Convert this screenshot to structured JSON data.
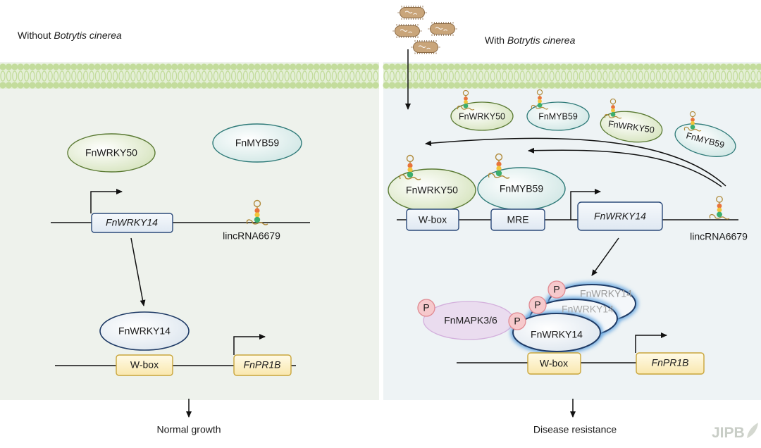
{
  "left_panel": {
    "title_prefix": "Without ",
    "title_italic": "Botrytis cinerea",
    "protein_wrky50": "FnWRKY50",
    "protein_myb59": "FnMYB59",
    "gene_wrky14": "FnWRKY14",
    "lincrna": "lincRNA6679",
    "protein_wrky14": "FnWRKY14",
    "wbox": "W-box",
    "gene_pr1b": "FnPR1B",
    "outcome": "Normal growth"
  },
  "right_panel": {
    "title_prefix": "With ",
    "title_italic": "Botrytis cinerea",
    "small_proteins": [
      "FnWRKY50",
      "FnMYB59",
      "FnWRKY50",
      "FnMYB59"
    ],
    "protein_wrky50": "FnWRKY50",
    "protein_myb59": "FnMYB59",
    "wbox": "W-box",
    "mre": "MRE",
    "gene_wrky14": "FnWRKY14",
    "lincrna": "lincRNA6679",
    "kinase": "FnMAPK3/6",
    "phospho": "P",
    "protein_wrky14": "FnWRKY14",
    "protein_wrky14_back": "FnWRKY14",
    "wbox2": "W-box",
    "gene_pr1b": "FnPR1B",
    "outcome": "Disease resistance"
  },
  "logo": "JIPB",
  "colors": {
    "left_bg": "#eef2ec",
    "right_bg": "#eef3f5",
    "membrane": "#c3dc9c",
    "wrky50_stroke": "#5a7a33",
    "myb59_stroke": "#2e7a78",
    "wrky14_stroke": "#1f3b66",
    "gene_box_fill": "#e9eff6",
    "wbox_fill": "#fbefc4",
    "wbox_stroke": "#c9a53a",
    "kinase_fill": "#eadcef",
    "phospho_fill": "#f6c9cc"
  }
}
